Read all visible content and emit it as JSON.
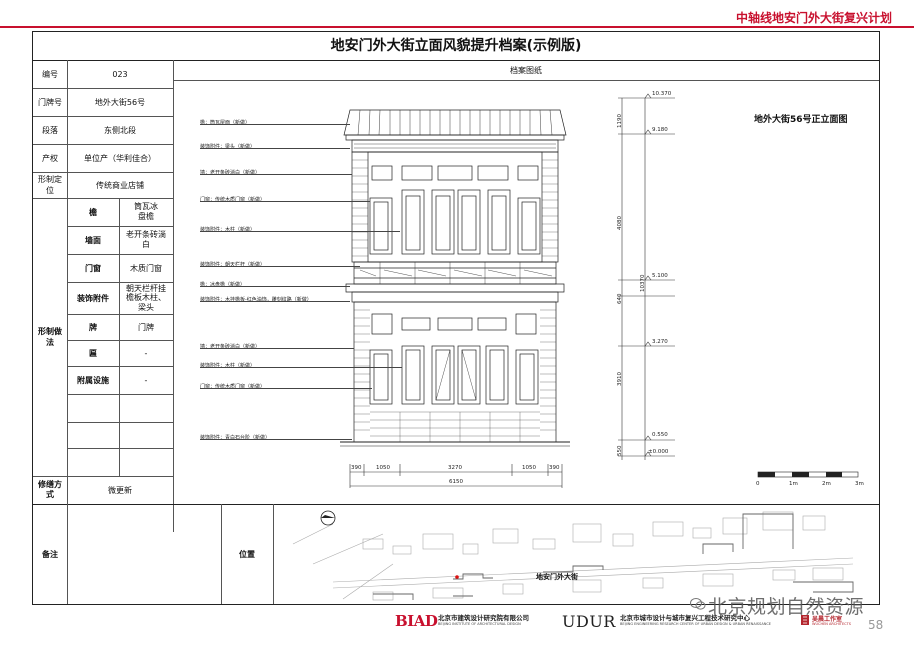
{
  "header": {
    "brand_title": "中轴线地安门外大街复兴计划"
  },
  "document": {
    "title": "地安门外大街立面风貌提升档案(示例版)",
    "rows": [
      {
        "label": "编号",
        "value": "023"
      },
      {
        "label": "门牌号",
        "value": "地外大街56号"
      },
      {
        "label": "段落",
        "value": "东侧北段"
      },
      {
        "label": "产权",
        "value": "单位产（华利佳合）"
      },
      {
        "label": "形制定位",
        "value": "传统商业店铺"
      }
    ],
    "form_section": {
      "label": "形制做法",
      "items": [
        {
          "label": "檐",
          "value": "筒瓦冰盘檐"
        },
        {
          "label": "墙面",
          "value": "老开条砖淌白"
        },
        {
          "label": "门窗",
          "value": "木质门窗"
        },
        {
          "label": "装饰附件",
          "value": "朝天栏杆挂檐板木柱、梁头"
        },
        {
          "label": "牌",
          "value": "门牌"
        },
        {
          "label": "匾",
          "value": "-"
        },
        {
          "label": "附属设施",
          "value": "-"
        },
        {
          "label": "",
          "value": ""
        },
        {
          "label": "",
          "value": ""
        }
      ]
    },
    "repair": {
      "label": "修缮方式",
      "value": "微更新"
    },
    "remarks": {
      "label": "备注",
      "value": ""
    },
    "location": {
      "label": "位置",
      "street_label": "地安门外大街"
    },
    "drawing": {
      "header": "档案图纸",
      "title": "地外大街56号正立面图",
      "annotations": [
        "檐：筒瓦屋面（新做）",
        "装饰附件：梁头（新做）",
        "墙：老开条砖淌白（新做）",
        "门窗：传统木质门窗（新做）",
        "装饰附件：木柱（新做）",
        "装饰附件：朝天栏杆（新做）",
        "檐：冰盘檐（新做）",
        "装饰附件：木挂檐板-红色油饰，雕刻纹路（新做）",
        "墙：老开条砖淌白（新做）",
        "装饰附件：木柱（新做）",
        "门窗：传统木质门窗（新做）",
        "装饰附件：青白石台阶（新做）"
      ],
      "elevations": [
        "10.370",
        "9.180",
        "5.100",
        "3.270",
        "0.550",
        "±0.000"
      ],
      "vertical_dims": [
        "1190",
        "4080",
        "640",
        "3910",
        "550",
        "10370"
      ],
      "horizontal_dims": [
        "390",
        "1050",
        "3270",
        "1050",
        "390"
      ],
      "total_width": "6150",
      "scale_labels": [
        "0",
        "1m",
        "2m",
        "3m"
      ]
    }
  },
  "footer": {
    "biad_logo": "BIAD",
    "biad_cn": "北京市建筑设计研究院有限公司",
    "biad_en": "BEIJING INSTITUTE OF ARCHITECTURAL DESIGN",
    "udur_logo": "UDUR",
    "udur_cn": "北京市城市设计与城市复兴工程技术研究中心",
    "udur_en": "BEIJING ENGINEERING RESEARCH CENTER OF URBAN DESIGN & URBAN RENAISSANCE",
    "xiao_cn": "吴晨工作室",
    "xiao_en": "WUCHEN ARCHITECTS",
    "watermark": "北京规划自然资源",
    "page_number": "58"
  },
  "colors": {
    "accent": "#c8102e",
    "line": "#222222"
  }
}
